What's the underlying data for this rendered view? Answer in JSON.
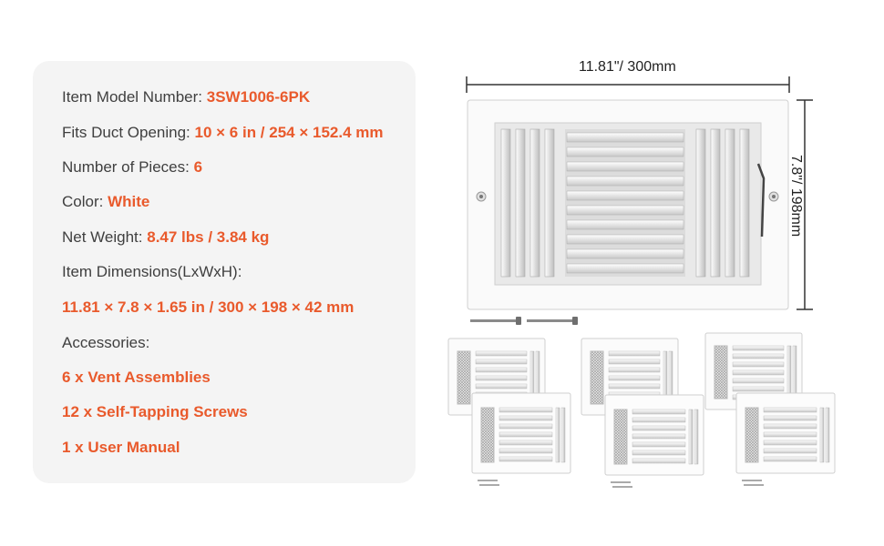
{
  "specs": {
    "model_label": "Item Model Number:",
    "model_value": "3SW1006-6PK",
    "duct_label": "Fits Duct Opening:",
    "duct_value": "10 × 6 in / 254 × 152.4 mm",
    "pieces_label": "Number of Pieces:",
    "pieces_value": "6",
    "color_label": "Color:",
    "color_value": "White",
    "weight_label": "Net Weight:",
    "weight_value": "8.47 lbs / 3.84 kg",
    "dimensions_label": "Item Dimensions(LxWxH):",
    "dimensions_value": "11.81 × 7.8 × 1.65 in / 300 × 198 × 42 mm",
    "accessories_label": "Accessories:",
    "accessories": [
      "6 x Vent Assemblies",
      "12 x Self-Tapping Screws",
      "1 x User Manual"
    ]
  },
  "diagram": {
    "width_label": "11.81\"/ 300mm",
    "height_label": "7.8\"/ 198mm"
  },
  "colors": {
    "accent": "#e95a2c",
    "label_text": "#3f3f3f",
    "card_bg": "#f4f4f4"
  }
}
